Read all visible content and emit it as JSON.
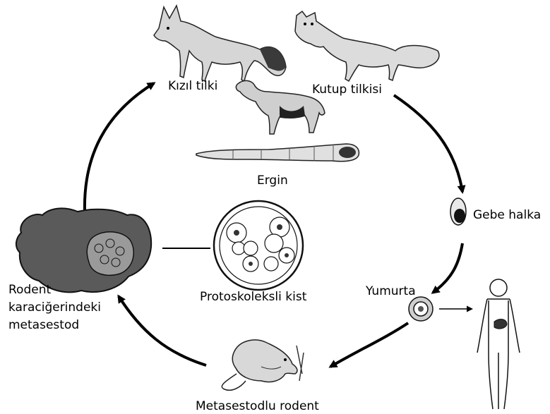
{
  "labels": {
    "red_fox": "Kızıl tilki",
    "arctic_fox": "Kutup tilkisi",
    "adult": "Ergin",
    "gravid_proglottid": "Gebe halka",
    "egg": "Yumurta",
    "rodent_metacestode": [
      "Rodent",
      "karaciğerindeki",
      "metasestod"
    ],
    "protoscolex_cyst": "Protoskoleksli kist",
    "infected_rodent": "Metasestodlu rodent"
  },
  "icons": [
    "red-fox-icon",
    "arctic-fox-icon",
    "dog-icon",
    "adult-worm-icon",
    "gravid-proglottid-icon",
    "egg-icon",
    "human-icon",
    "liver-icon",
    "rodent-icon",
    "rodent-liver-icon",
    "cyst-icon"
  ],
  "colors": {
    "ink": "#000000",
    "fur": "#cfcfcf",
    "dark": "#1a1a1a"
  }
}
